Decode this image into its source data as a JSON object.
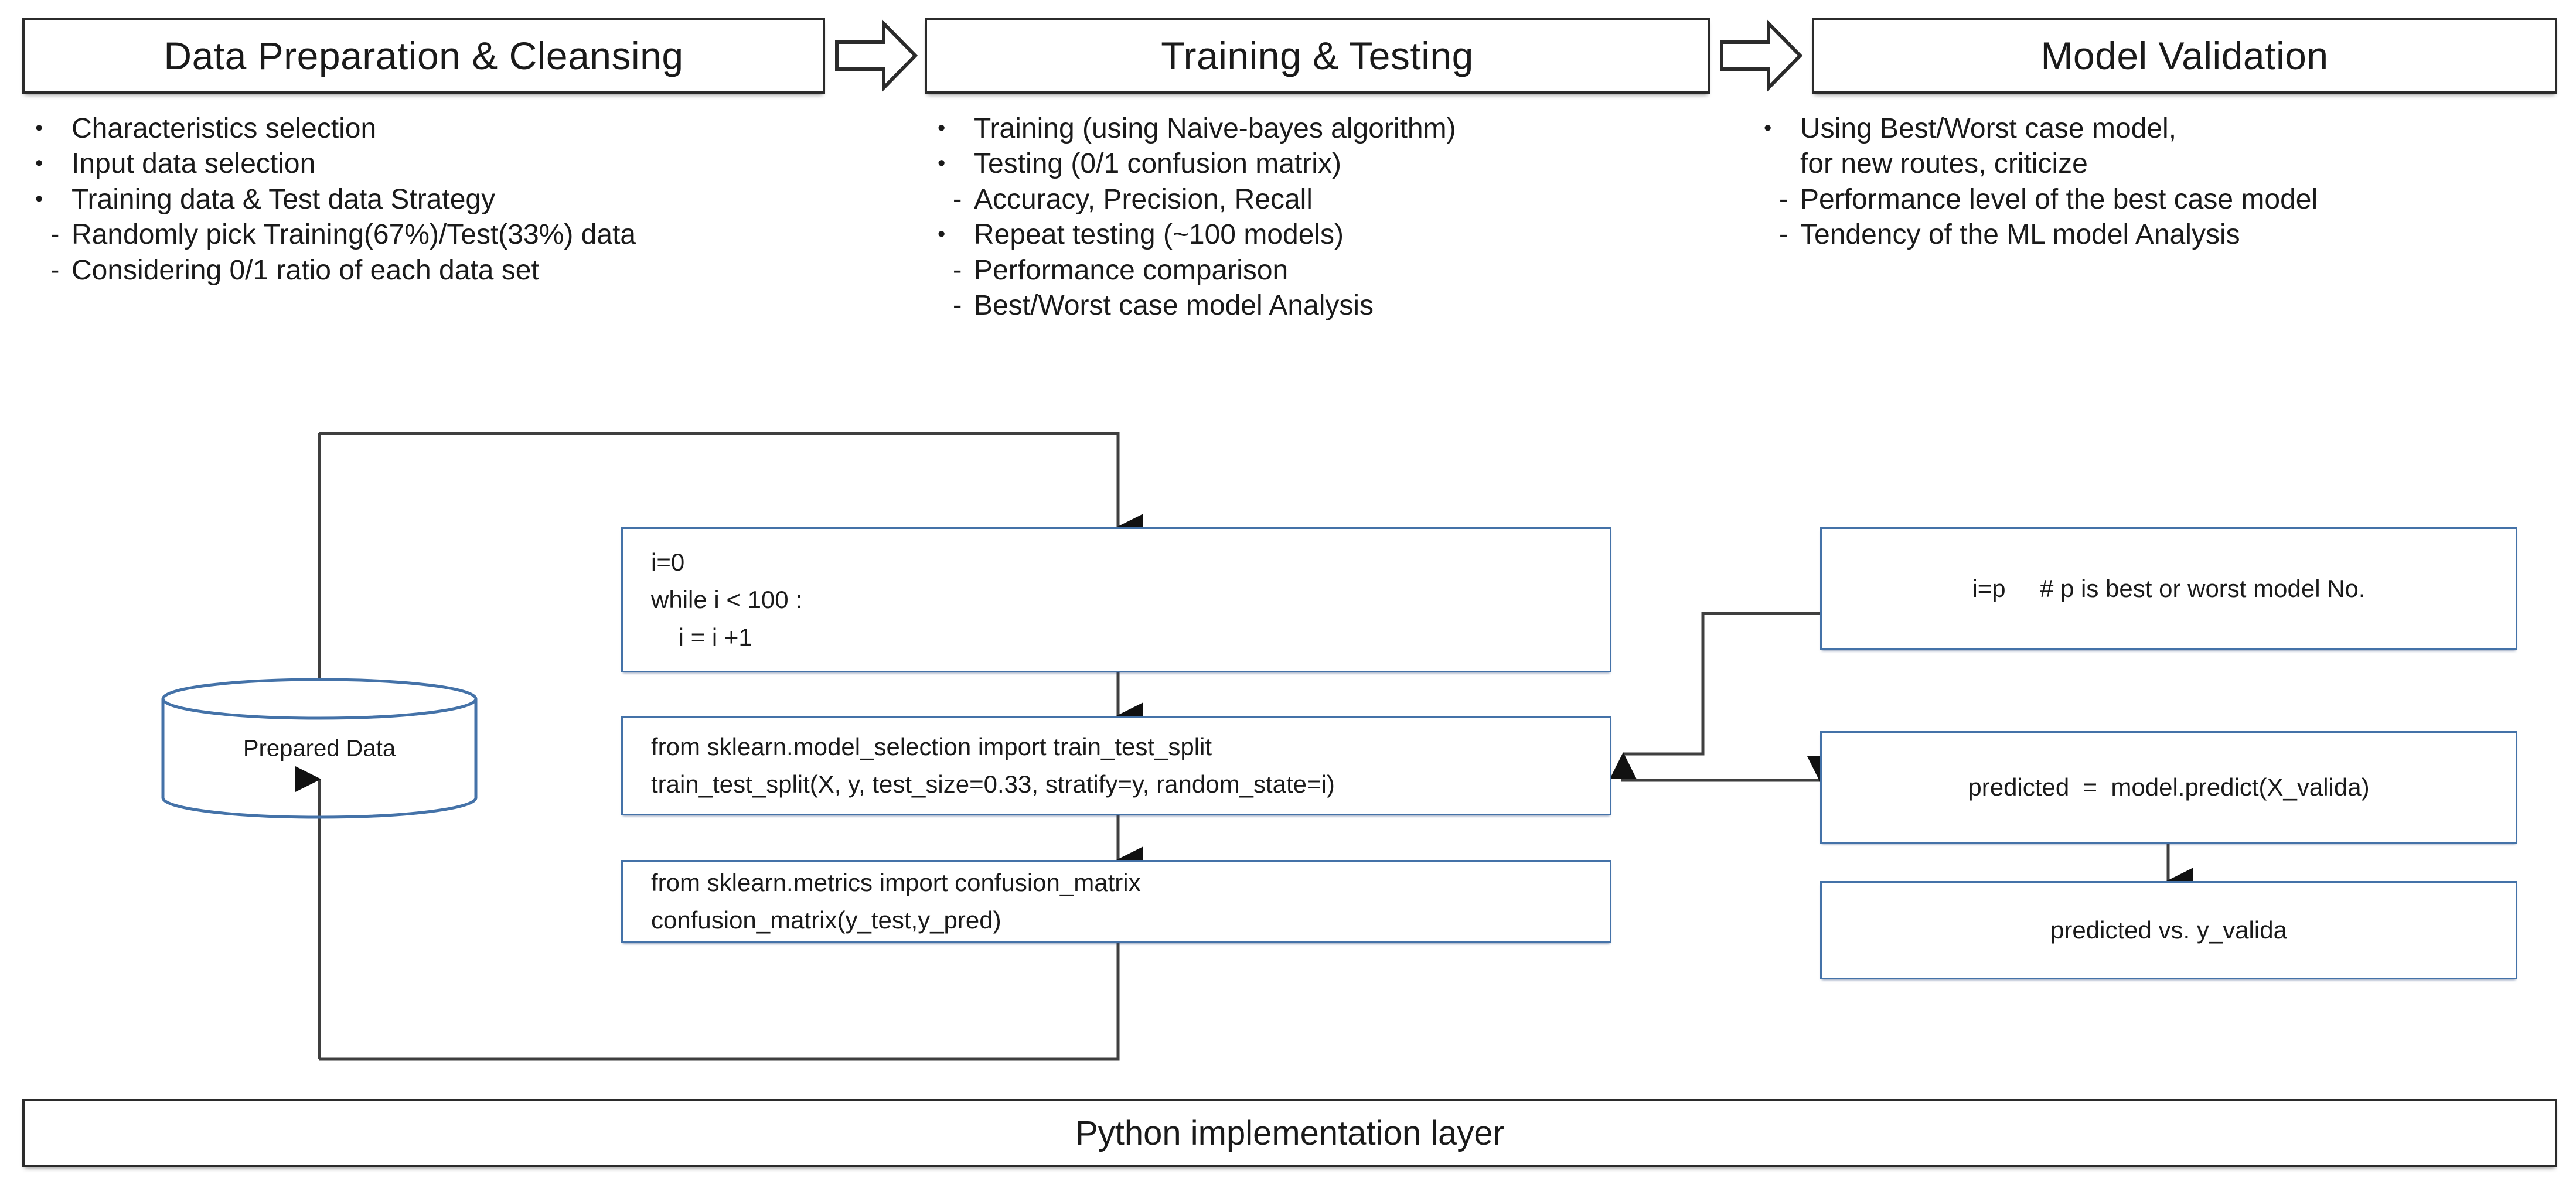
{
  "phases": [
    {
      "title": "Data Preparation & Cleansing",
      "bullets": [
        {
          "mark": "•",
          "text": "Characteristics selection"
        },
        {
          "mark": "•",
          "text": "Input data selection"
        },
        {
          "mark": "•",
          "text": "Training data & Test data Strategy"
        },
        {
          "mark": "-",
          "text": "Randomly pick Training(67%)/Test(33%) data"
        },
        {
          "mark": "-",
          "text": "Considering 0/1 ratio of each data set"
        }
      ]
    },
    {
      "title": "Training & Testing",
      "bullets": [
        {
          "mark": "•",
          "text": "Training (using Naive-bayes algorithm)"
        },
        {
          "mark": "•",
          "text": "Testing (0/1 confusion matrix)"
        },
        {
          "mark": "-",
          "text": "Accuracy, Precision, Recall"
        },
        {
          "mark": "•",
          "text": "Repeat testing (~100 models)"
        },
        {
          "mark": "-",
          "text": "Performance comparison"
        },
        {
          "mark": "-",
          "text": "Best/Worst case model Analysis"
        }
      ]
    },
    {
      "title": "Model Validation",
      "bullets": [
        {
          "mark": "•",
          "text": "Using Best/Worst case model,"
        },
        {
          "mark": "",
          "text": "for new routes, criticize"
        },
        {
          "mark": "-",
          "text": "Performance level of the best case model"
        },
        {
          "mark": "-",
          "text": "Tendency of the ML model Analysis"
        }
      ]
    }
  ],
  "separators": [
    "block-arrow-right",
    "block-arrow-right"
  ],
  "flow": {
    "datastore": {
      "label": "Prepared Data"
    },
    "loop_box": {
      "code": "i=0\nwhile i < 100 :\n    i = i +1"
    },
    "split_box": {
      "code": "from sklearn.model_selection import train_test_split\ntrain_test_split(X, y, test_size=0.33, stratify=y, random_state=i)"
    },
    "confusion_box": {
      "code": "from sklearn.metrics import confusion_matrix\nconfusion_matrix(y_test,y_pred)"
    },
    "pick_box": {
      "label": "i=p     # p is best or worst model No."
    },
    "predict_box": {
      "label": "predicted  =  model.predict(X_valida)"
    },
    "compare_box": {
      "label": "predicted vs. y_valida"
    }
  },
  "footer": {
    "label": "Python implementation layer"
  },
  "colors": {
    "flow_border": "#4472a8",
    "phase_border": "#2b2b2b",
    "connector": "#3f3f3f",
    "text": "#1a1a1a",
    "background": "#ffffff"
  }
}
